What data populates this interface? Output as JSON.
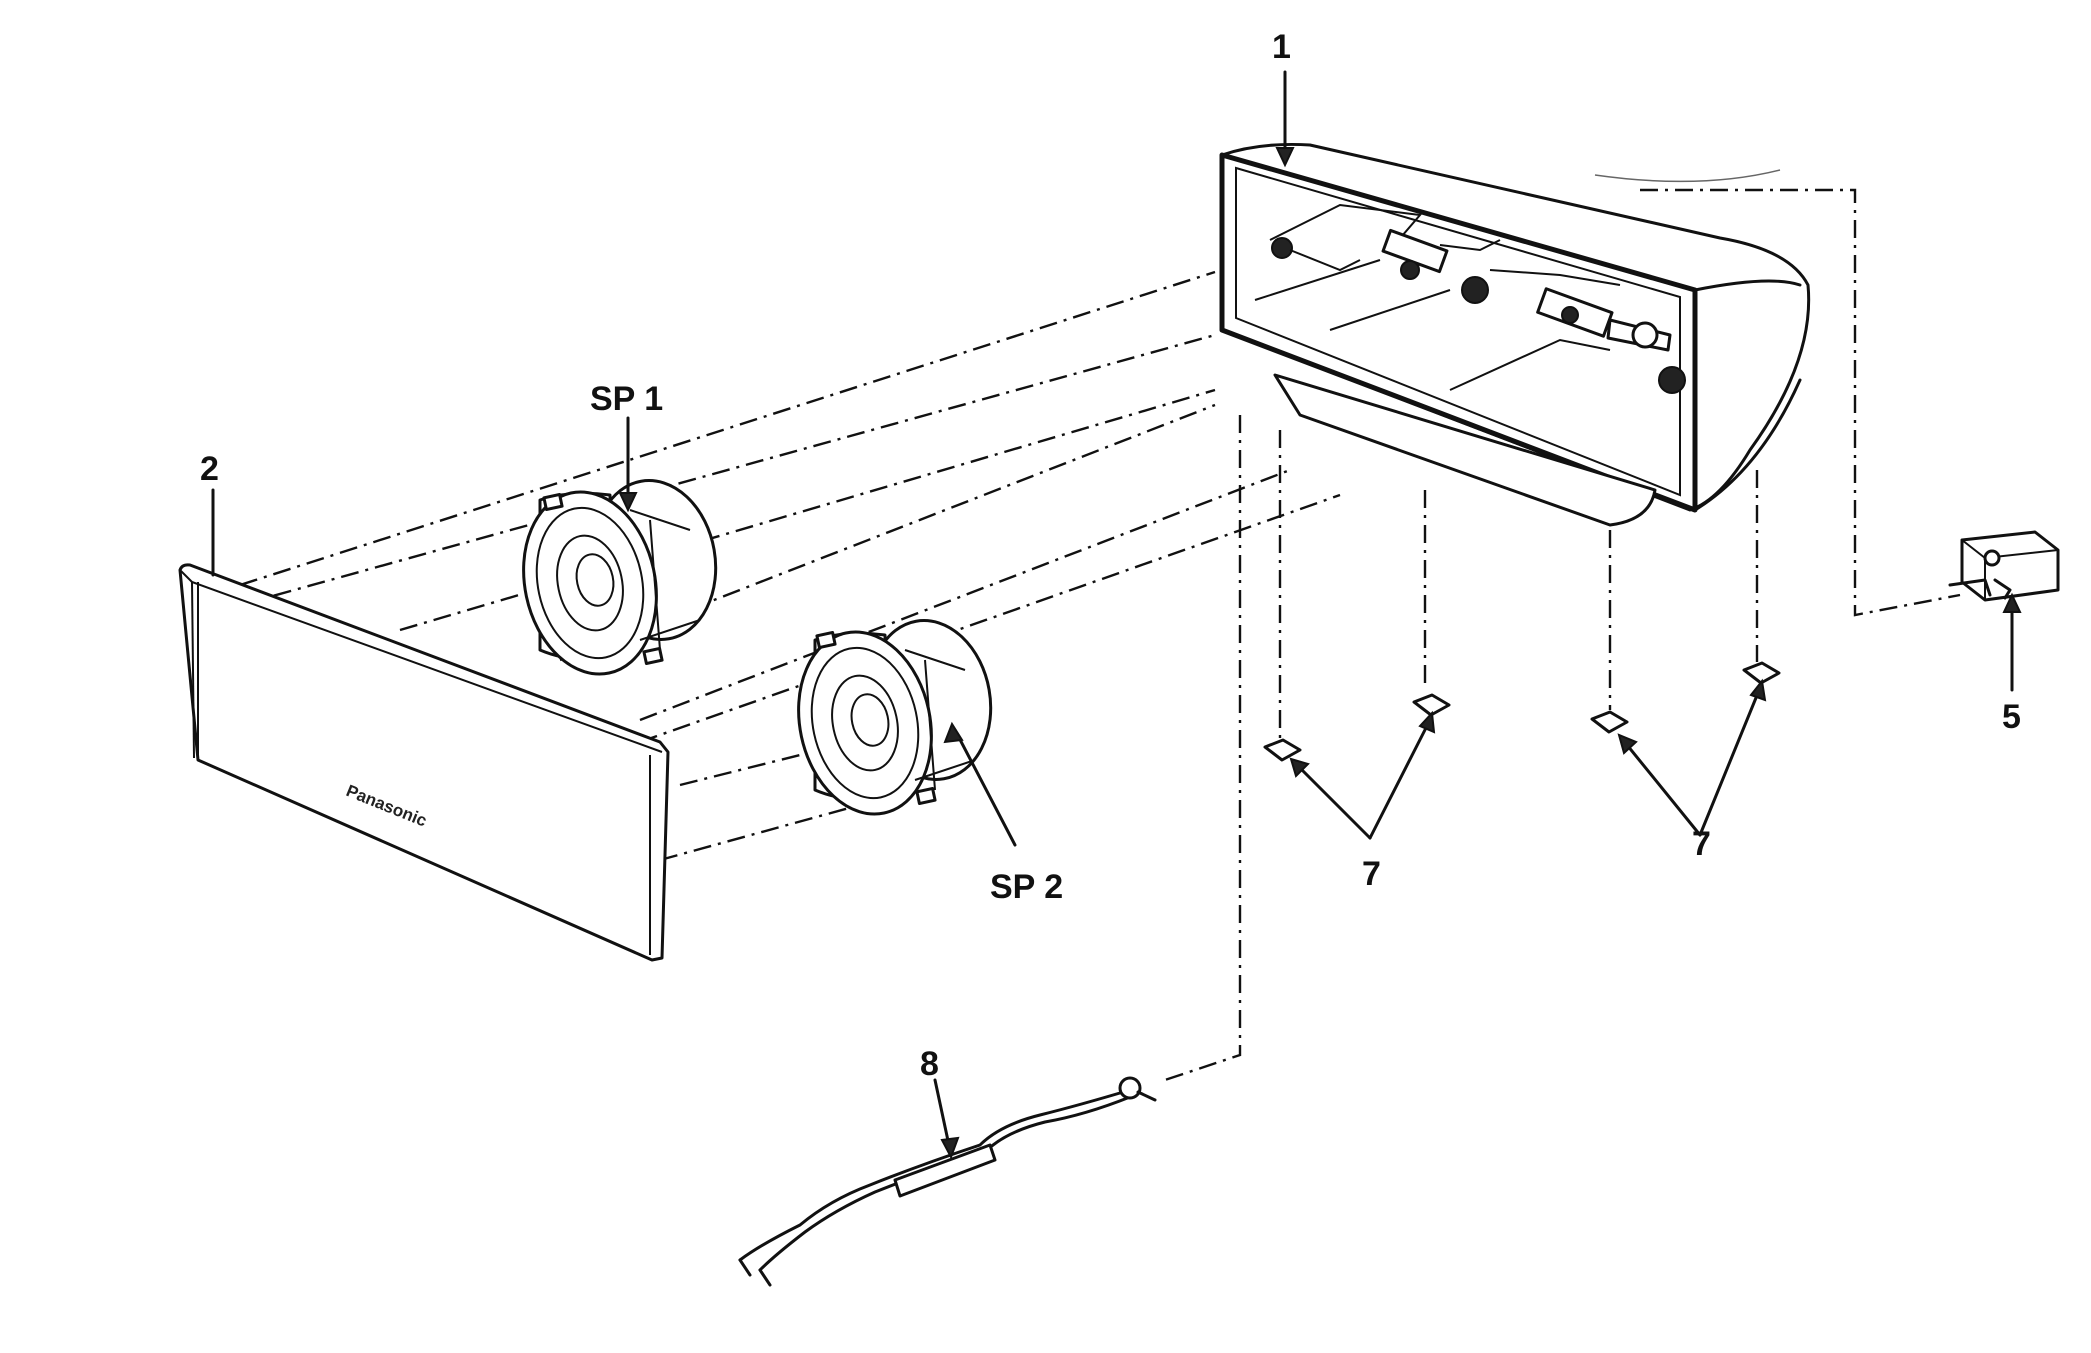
{
  "callouts": {
    "cabinet": "1",
    "front_grille": "2",
    "speaker_1": "SP 1",
    "speaker_2": "SP 2",
    "terminal": "5",
    "feet_left": "7",
    "feet_right": "7",
    "cable": "8"
  },
  "brand_mark": "Panasonic"
}
